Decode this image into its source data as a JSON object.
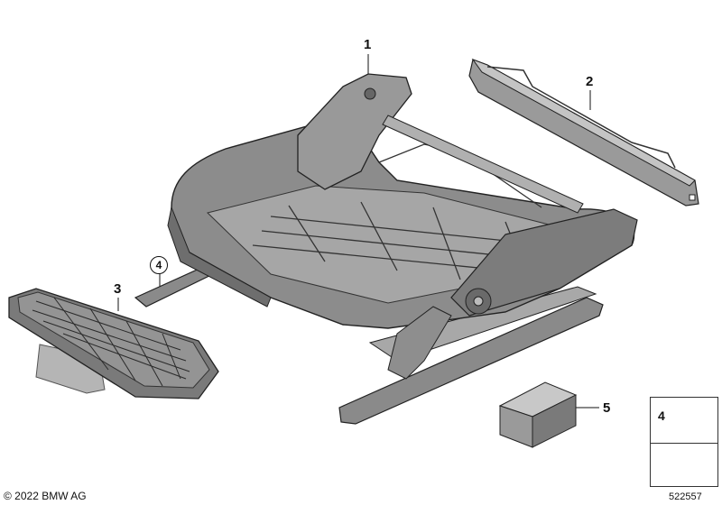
{
  "callouts": {
    "frame": "1",
    "rail_cover": "2",
    "seat_pan_insert": "3",
    "screw_ref": "4",
    "repair_kit": "5"
  },
  "legend": {
    "item_number": "4"
  },
  "footer": {
    "copyright": "© 2022 BMW AG",
    "drawing_number": "522557"
  },
  "colors": {
    "part_fill": "#8c8c8c",
    "part_dark": "#4a4a4a",
    "part_light": "#b8b8b8",
    "outline": "#222222"
  }
}
